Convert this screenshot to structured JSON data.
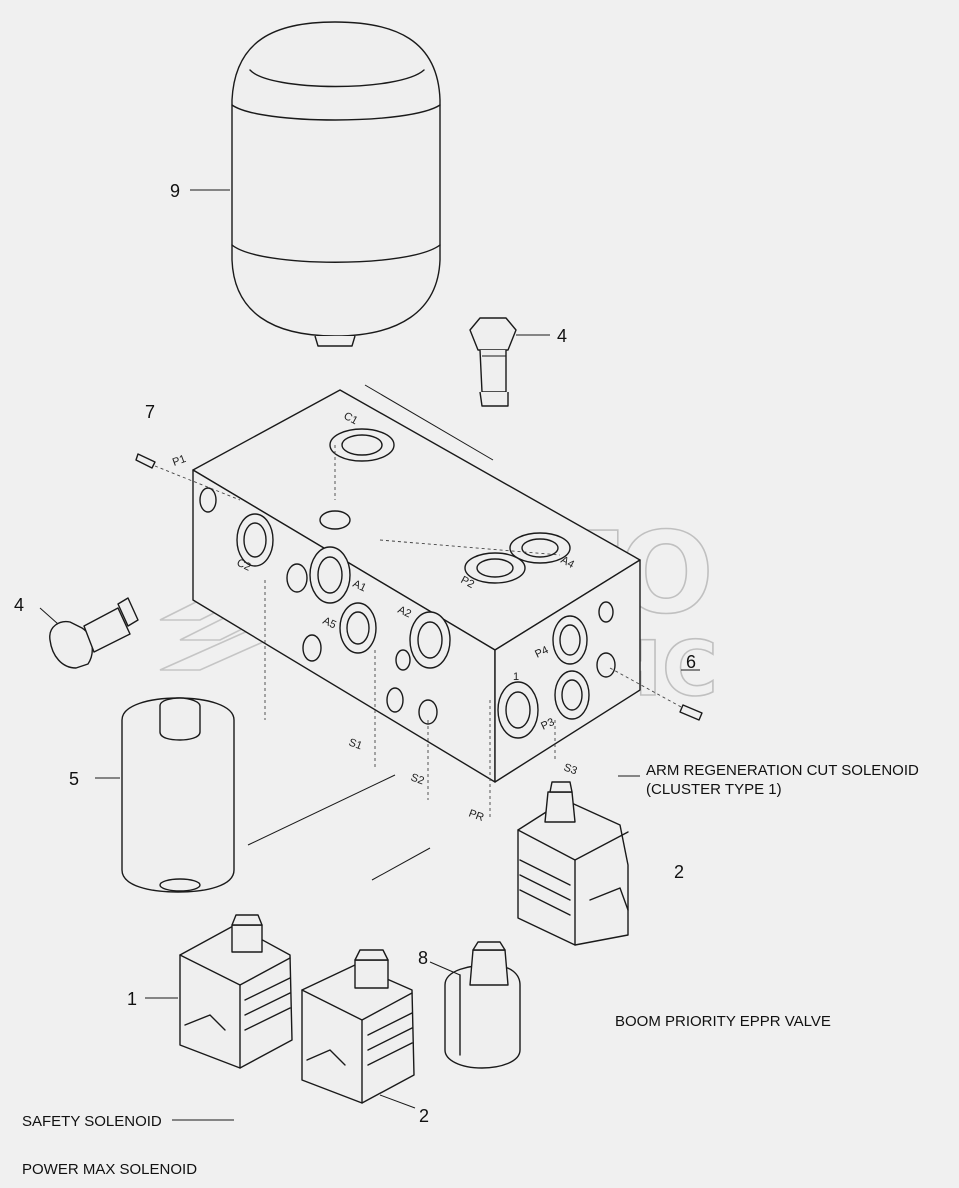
{
  "callouts": {
    "c9": "9",
    "c4a": "4",
    "c7": "7",
    "c4b": "4",
    "c6": "6",
    "c5": "5",
    "c2a": "2",
    "c8": "8",
    "c1": "1",
    "c2b": "2"
  },
  "ports": {
    "C1": "C1",
    "P1": "P1",
    "C2": "C2",
    "A1": "A1",
    "A2": "A2",
    "A5": "A5",
    "P2": "P2",
    "A4": "A4",
    "P4": "P4",
    "P3": "P3",
    "one": "1",
    "S1": "S1",
    "S2": "S2",
    "S3": "S3",
    "PR": "PR"
  },
  "notes": {
    "arm_regen_line1": "ARM REGENERATION CUT SOLENOID",
    "arm_regen_line2": "(CLUSTER TYPE 1)",
    "boom_priority": "BOOM PRIORITY EPPR VALVE",
    "safety": "SAFETY SOLENOID",
    "power_max": "POWER MAX SOLENOID"
  },
  "watermark": {
    "line1": "АВТО",
    "line2": "АЛЬЯНС"
  }
}
